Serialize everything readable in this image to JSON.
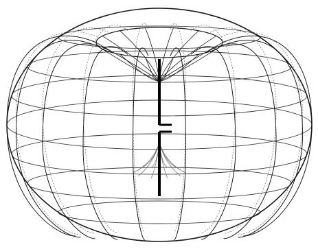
{
  "figure": {
    "kind": "toroidal-radiation-pattern",
    "colors": {
      "background": "#ffffff",
      "mesh": "#1a1a1a",
      "mesh_faint": "#6a6a6a",
      "antenna": "#000000"
    },
    "mesh": {
      "meridian_count": 18,
      "latitude_count": 7
    }
  }
}
